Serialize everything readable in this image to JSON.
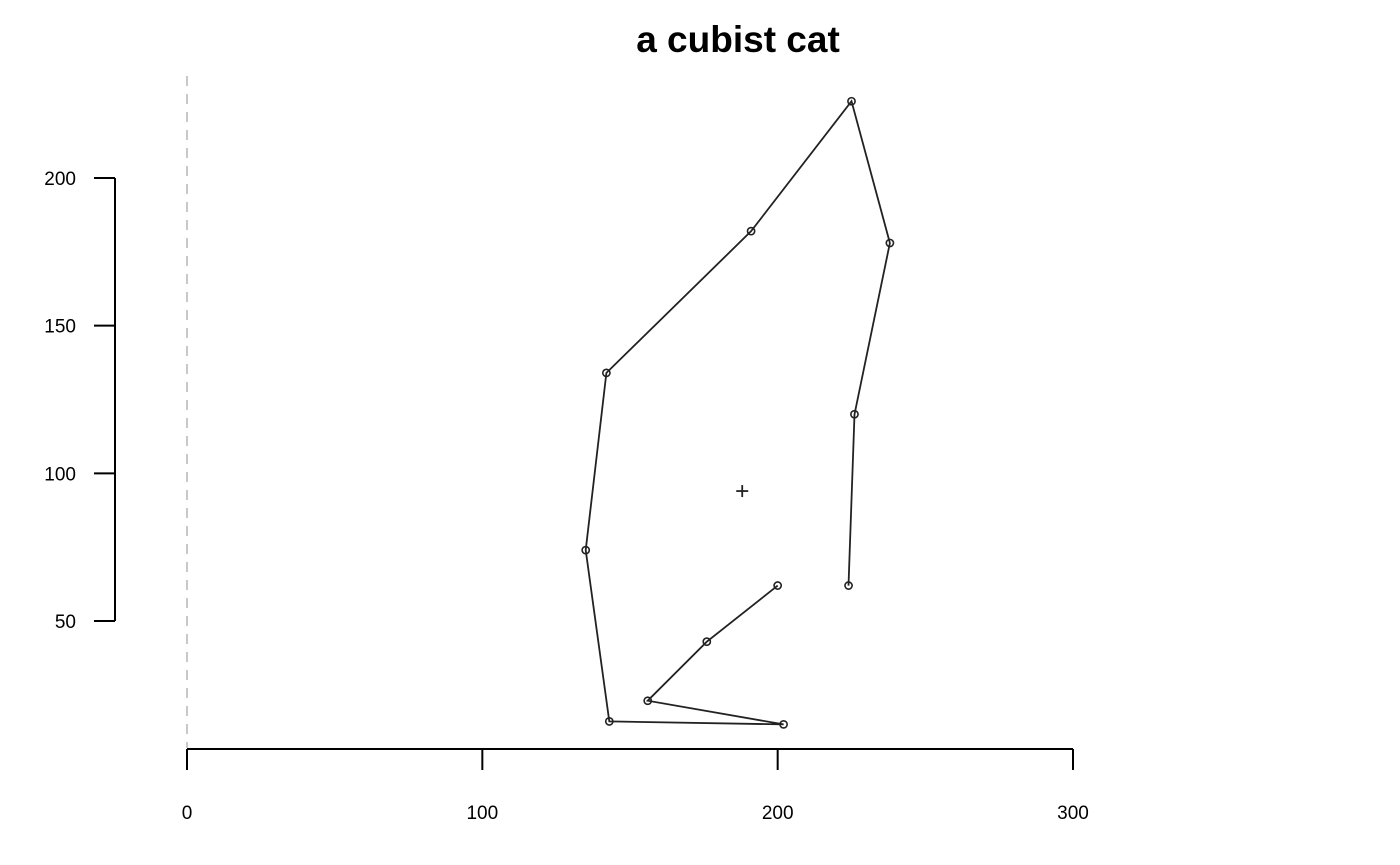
{
  "chart_data": {
    "type": "line",
    "title": "a cubist cat",
    "xlabel": "",
    "ylabel": "",
    "xlim": [
      0,
      300
    ],
    "ylim": [
      50,
      200
    ],
    "x_ticks": [
      0,
      100,
      200,
      300
    ],
    "y_ticks": [
      50,
      100,
      150,
      200
    ],
    "reference_line": {
      "axis": "x",
      "value": 0,
      "style": "dashed",
      "color": "#c8c8c8"
    },
    "series": [
      {
        "points": [
          {
            "x": 224,
            "y": 62
          },
          {
            "x": 226,
            "y": 120
          },
          {
            "x": 238,
            "y": 178
          },
          {
            "x": 225,
            "y": 226
          },
          {
            "x": 191,
            "y": 182
          },
          {
            "x": 142,
            "y": 134
          },
          {
            "x": 135,
            "y": 74
          },
          {
            "x": 143,
            "y": 16
          },
          {
            "x": 202,
            "y": 15
          },
          {
            "x": 156,
            "y": 23
          },
          {
            "x": 176,
            "y": 43
          },
          {
            "x": 200,
            "y": 62
          }
        ],
        "markers": "open-circle",
        "color": "#222222"
      }
    ],
    "centroid": {
      "x": 188,
      "y": 94,
      "marker": "plus"
    }
  }
}
